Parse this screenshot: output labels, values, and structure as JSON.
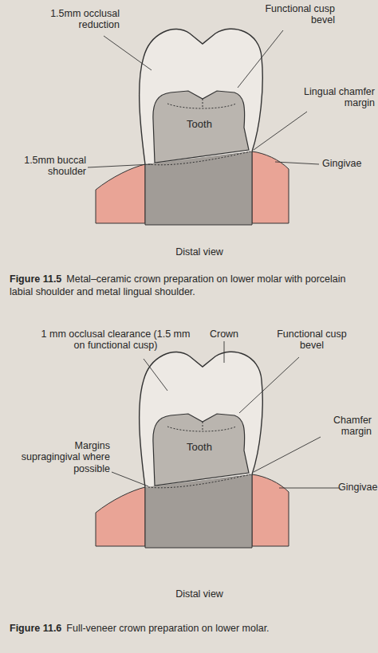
{
  "diagram": {
    "nodes": [
      {
        "text": [
          "Tooth"
        ]
      },
      {
        "text": [
          "Tooth"
        ]
      }
    ],
    "labels": [
      "1.5mm occlusal reduction",
      "Functional cusp bevel",
      "Lingual chamfer margin",
      "1.5mm buccal shoulder",
      "Gingivae",
      "Distal view",
      "Figure 11.5",
      "Metal–ceramic crown preparation on lower molar with porcelain labial shoulder and metal lingual shoulder.",
      "1 mm occlusal clearance (1.5 mm on functional cusp)",
      "Crown",
      "Functional cusp bevel",
      "Chamfer margin",
      "Margins supragingival where possible",
      "Gingivae",
      "Distal view",
      "Figure 11.6",
      "Full-veneer crown preparation on lower molar."
    ]
  }
}
